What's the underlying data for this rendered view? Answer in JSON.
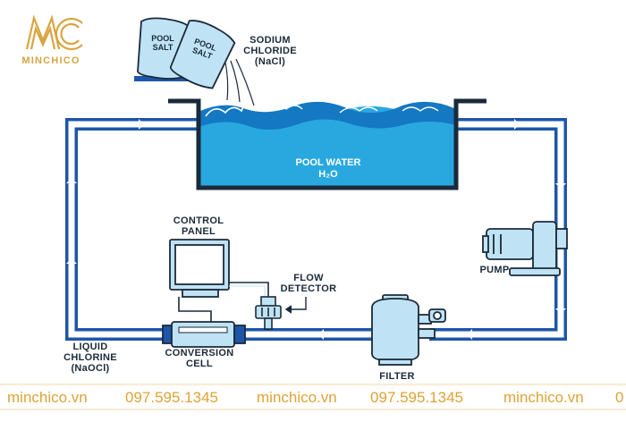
{
  "brand": {
    "name": "MINCHICO",
    "accent": "#d9a441"
  },
  "labels": {
    "sodium_chloride": [
      "SODIUM",
      "CHLORIDE",
      "(NaCl)"
    ],
    "bag_text": [
      "POOL",
      "SALT"
    ],
    "pool_water": [
      "POOL WATER",
      "H₂O"
    ],
    "control_panel": [
      "CONTROL",
      "PANEL"
    ],
    "flow_detector": [
      "FLOW",
      "DETECTOR"
    ],
    "pump": "PUMP",
    "liquid_chlorine": [
      "LIQUID",
      "CHLORINE",
      "(NaOCl)"
    ],
    "conversion_cell": [
      "CONVERSION",
      "CELL"
    ],
    "filter": "FILTER"
  },
  "footer": {
    "items": [
      "minchico.vn",
      "097.595.1345",
      "minchico.vn",
      "097.595.1345",
      "minchico.vn",
      "0"
    ]
  },
  "colors": {
    "pipe": "#1d56a8",
    "water": "#29a8e0",
    "water_dark": "#1478c2",
    "equipment": "#bfe3f4",
    "outline": "#1b2a3a",
    "footer_text": "#e0a236",
    "footer_line": "#f0d9a8"
  }
}
